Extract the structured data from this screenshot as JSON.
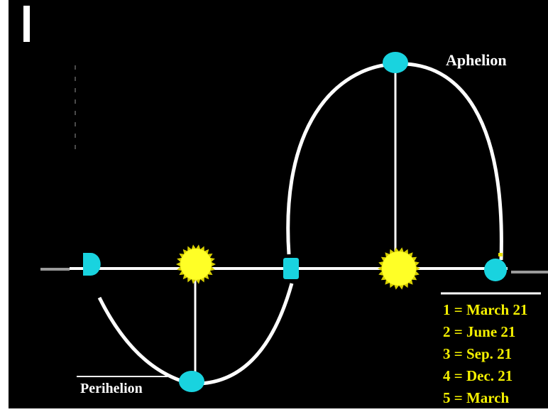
{
  "labels": {
    "aphelion": "Aphelion",
    "perihelion": "Perihelion"
  },
  "legend": {
    "items": [
      "1 = March 21",
      "2 = June 21",
      "3 = Sep. 21",
      "4 = Dec. 21",
      "5 = March"
    ]
  },
  "colors": {
    "background": "#000000",
    "frame": "#ffffff",
    "orbit": "#ffffff",
    "earth": "#19d3df",
    "sun": "#ffff26",
    "sun_edge": "#d8d000",
    "label": "#ffffff",
    "legend_text": "#f4f000"
  },
  "icons": {
    "sun": "sun-icon",
    "earth": "earth-icon"
  }
}
